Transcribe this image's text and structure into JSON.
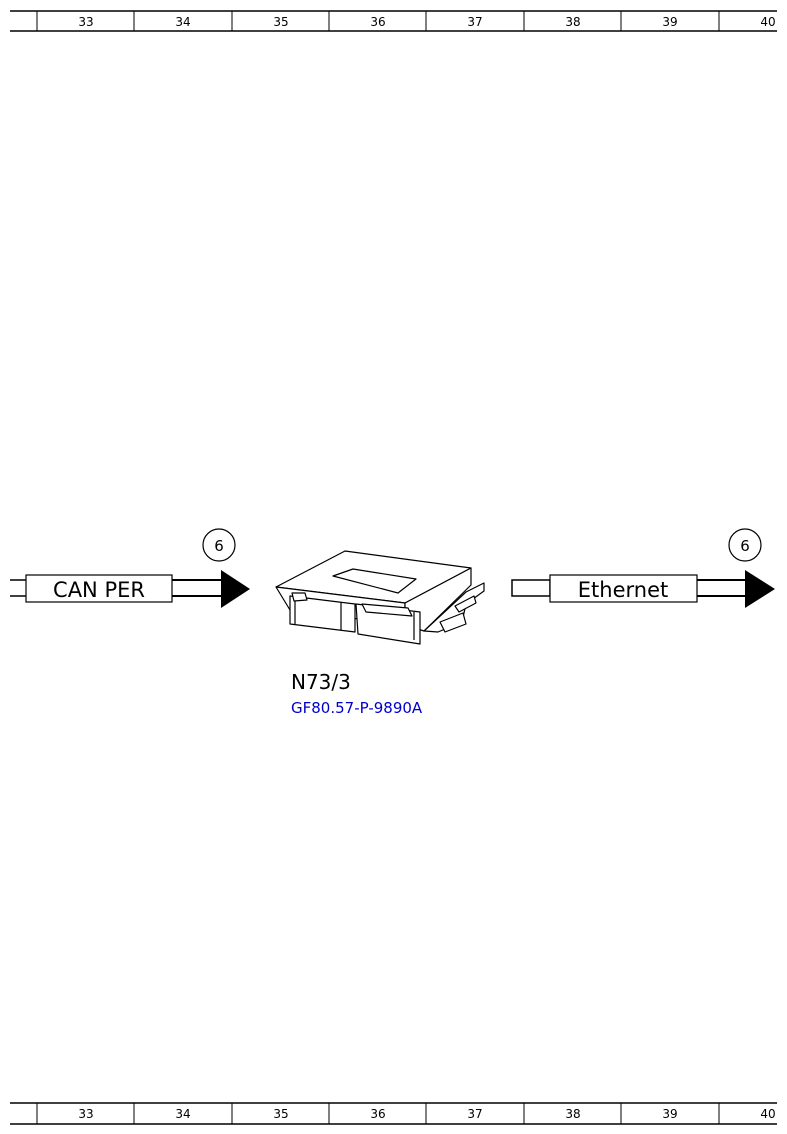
{
  "grid": {
    "columns": [
      "33",
      "34",
      "35",
      "36",
      "37",
      "38",
      "39",
      "40"
    ]
  },
  "left_connector": {
    "label": "CAN PER",
    "ref": "6"
  },
  "right_connector": {
    "label": "Ethernet",
    "ref": "6"
  },
  "component": {
    "id": "N73/3",
    "link": "GF80.57-P-9890A"
  }
}
